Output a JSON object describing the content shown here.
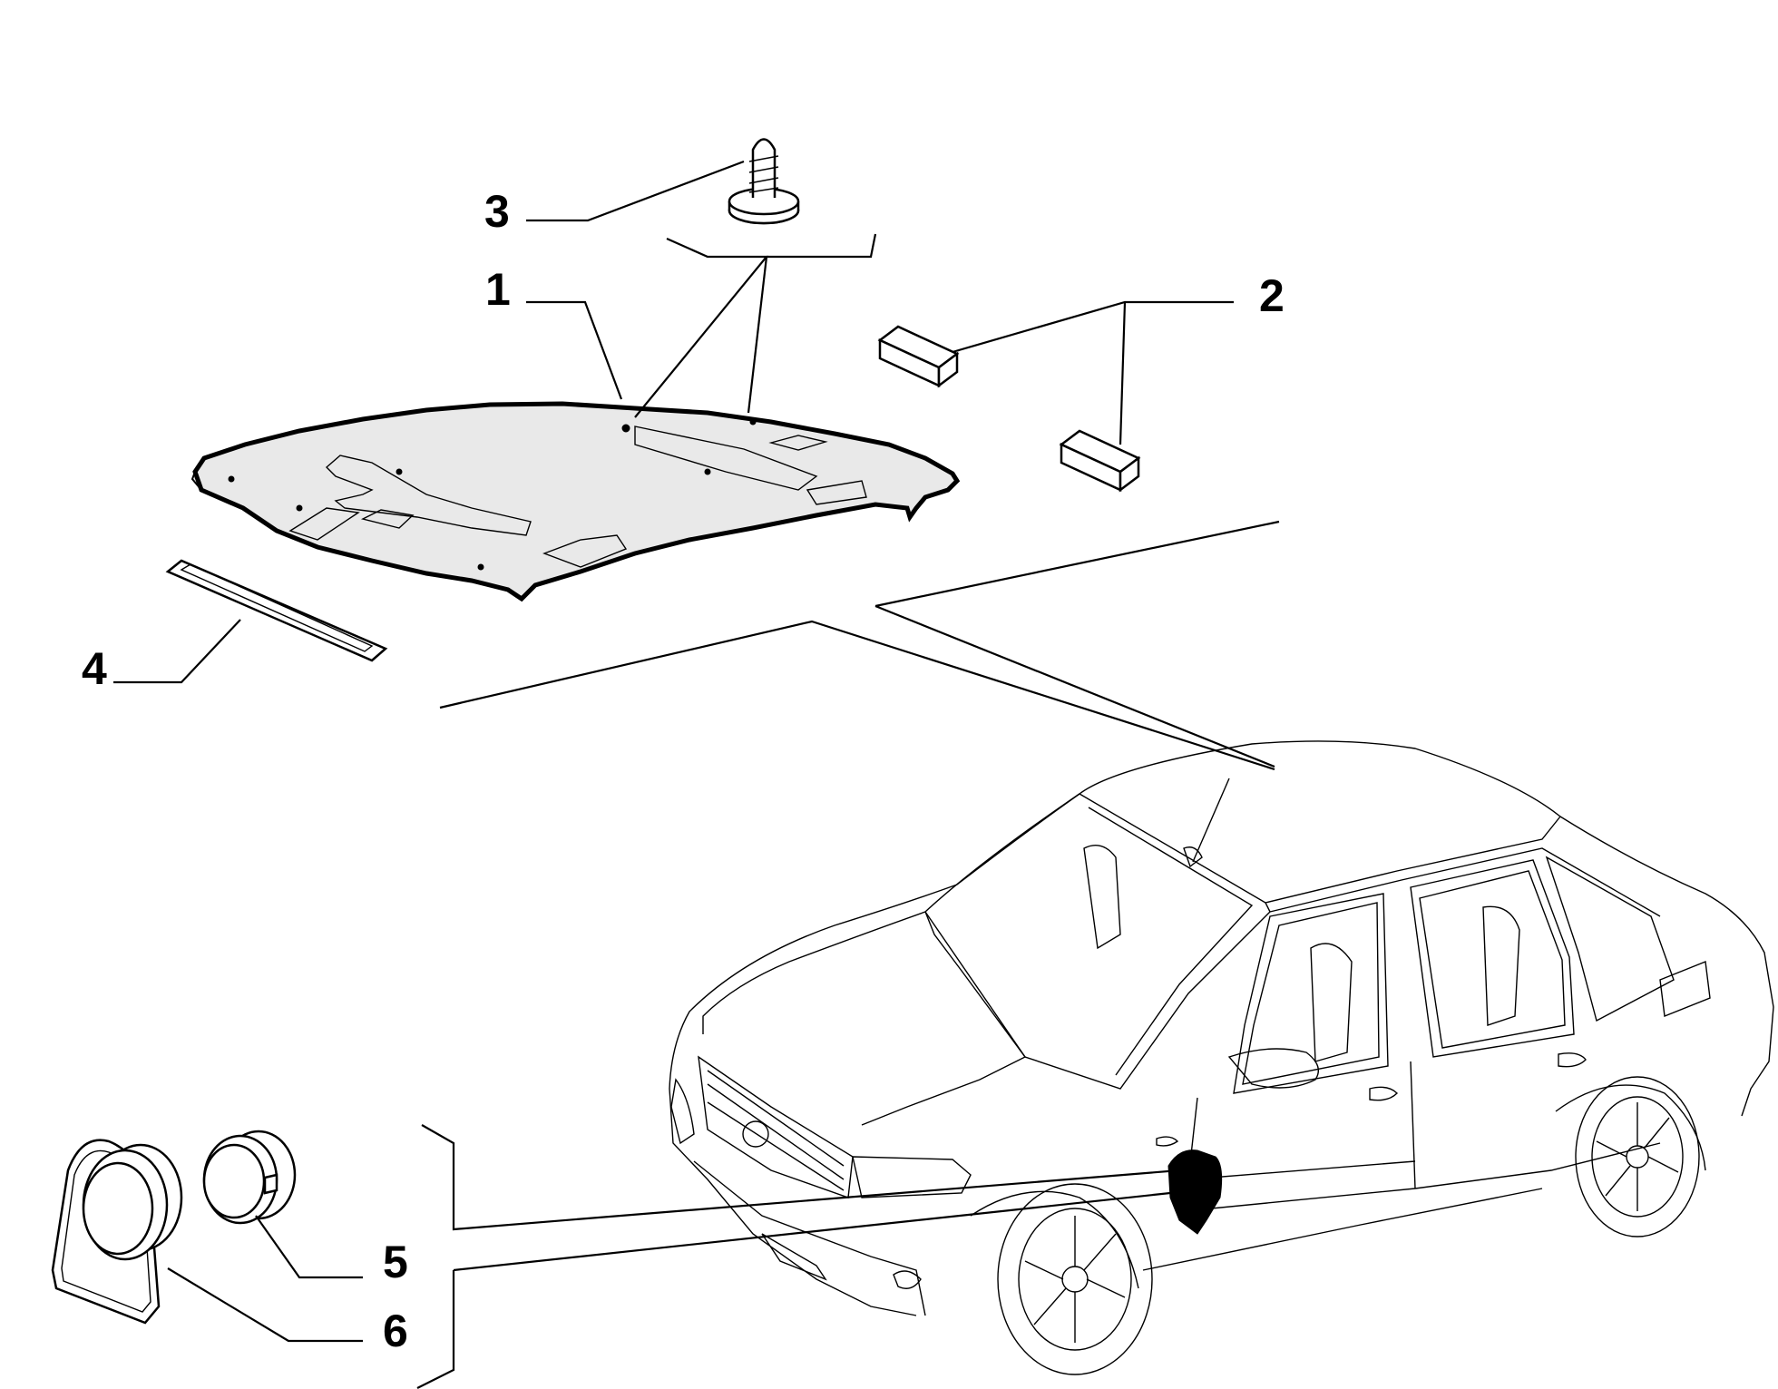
{
  "callouts": [
    {
      "id": "1",
      "label": "1"
    },
    {
      "id": "2",
      "label": "2"
    },
    {
      "id": "3",
      "label": "3"
    },
    {
      "id": "4",
      "label": "4"
    },
    {
      "id": "5",
      "label": "5"
    },
    {
      "id": "6",
      "label": "6"
    }
  ],
  "colors": {
    "stroke": "#000000",
    "background": "#ffffff",
    "panel_fill": "#e9e9e9"
  },
  "icons": [
    "headliner-panel",
    "foam-pad",
    "push-clip",
    "adhesive-strip",
    "grommet-sleeve",
    "grommet-seal",
    "sedan-car"
  ]
}
